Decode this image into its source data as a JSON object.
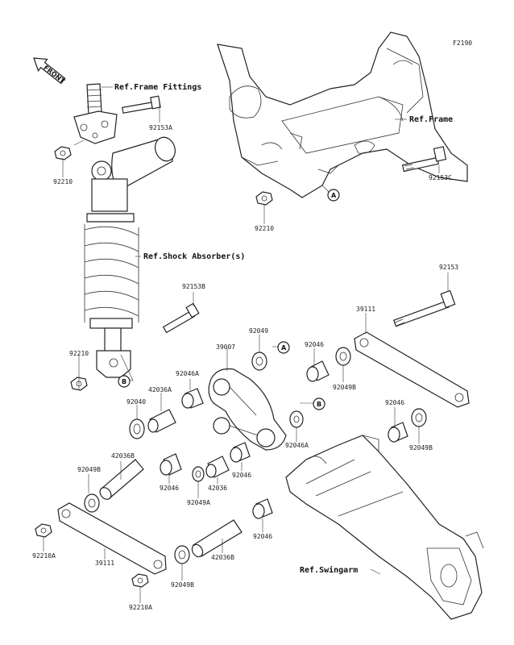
{
  "figure_code": "F2190",
  "front_badge": "FRONT",
  "refs": {
    "frame_fittings": "Ref.Frame Fittings",
    "frame": "Ref.Frame",
    "shock_absorber": "Ref.Shock Absorber(s)",
    "swingarm": "Ref.Swingarm"
  },
  "callouts": {
    "a": "A",
    "b": "B"
  },
  "parts": [
    {
      "id": "p92153A",
      "label": "92153A"
    },
    {
      "id": "p92210_top",
      "label": "92210"
    },
    {
      "id": "p92210_frame",
      "label": "92210"
    },
    {
      "id": "p92153C",
      "label": "92153C"
    },
    {
      "id": "p92153B",
      "label": "92153B"
    },
    {
      "id": "p92210_shock",
      "label": "92210"
    },
    {
      "id": "p92049_top",
      "label": "92049"
    },
    {
      "id": "p39007",
      "label": "39007"
    },
    {
      "id": "p92046_top",
      "label": "92046"
    },
    {
      "id": "p39111_top",
      "label": "39111"
    },
    {
      "id": "p92153",
      "label": "92153"
    },
    {
      "id": "p92046A_top",
      "label": "92046A"
    },
    {
      "id": "p42036A",
      "label": "42036A"
    },
    {
      "id": "p92049B_r1",
      "label": "92049B"
    },
    {
      "id": "p92046_r",
      "label": "92046"
    },
    {
      "id": "p92049B_r2",
      "label": "92049B"
    },
    {
      "id": "p92040",
      "label": "92040"
    },
    {
      "id": "p92046A_mid",
      "label": "92046A"
    },
    {
      "id": "p42036B_left",
      "label": "42036B"
    },
    {
      "id": "p92049B_left",
      "label": "92049B"
    },
    {
      "id": "p92046_a",
      "label": "92046"
    },
    {
      "id": "p42036",
      "label": "42036"
    },
    {
      "id": "p92046_b",
      "label": "92046"
    },
    {
      "id": "p92049A",
      "label": "92049A"
    },
    {
      "id": "p92210A_left",
      "label": "92210A"
    },
    {
      "id": "p39111_bot",
      "label": "39111"
    },
    {
      "id": "p92046_c",
      "label": "92046"
    },
    {
      "id": "p42036B_bot",
      "label": "42036B"
    },
    {
      "id": "p92049B_bot",
      "label": "92049B"
    },
    {
      "id": "p92210A_bot",
      "label": "92210A"
    }
  ]
}
